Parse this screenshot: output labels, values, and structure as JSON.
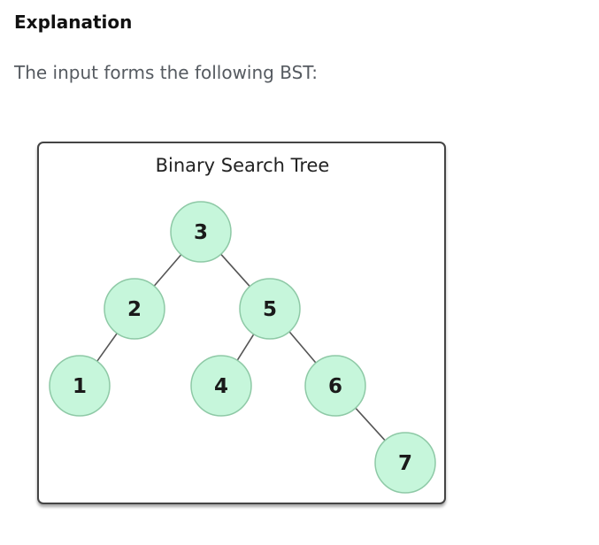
{
  "explanation": {
    "heading": "Explanation",
    "intro": "The input forms the following BST:"
  },
  "diagram": {
    "title": "Binary Search Tree",
    "nodes": [
      {
        "id": "n3",
        "label": "3"
      },
      {
        "id": "n2",
        "label": "2"
      },
      {
        "id": "n5",
        "label": "5"
      },
      {
        "id": "n1",
        "label": "1"
      },
      {
        "id": "n4",
        "label": "4"
      },
      {
        "id": "n6",
        "label": "6"
      },
      {
        "id": "n7",
        "label": "7"
      }
    ],
    "edges": [
      {
        "from": "n3",
        "to": "n2"
      },
      {
        "from": "n3",
        "to": "n5"
      },
      {
        "from": "n2",
        "to": "n1"
      },
      {
        "from": "n5",
        "to": "n4"
      },
      {
        "from": "n5",
        "to": "n6"
      },
      {
        "from": "n6",
        "to": "n7"
      }
    ],
    "colors": {
      "node_fill": "#c6f6db",
      "node_stroke": "#8ec9a6",
      "edge": "#555555"
    }
  }
}
